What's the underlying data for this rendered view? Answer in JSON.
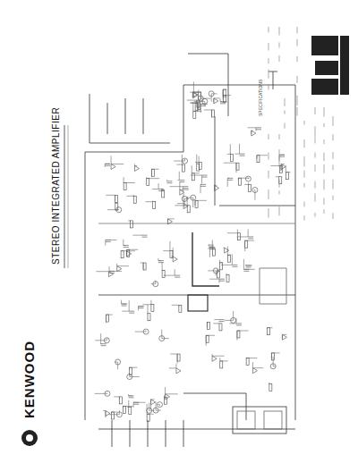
{
  "diagram": {
    "title": "STEREO INTEGRATED AMPLIFIER",
    "labels": [
      "KENWOOD",
      "SPECIFICATIONS"
    ]
  }
}
